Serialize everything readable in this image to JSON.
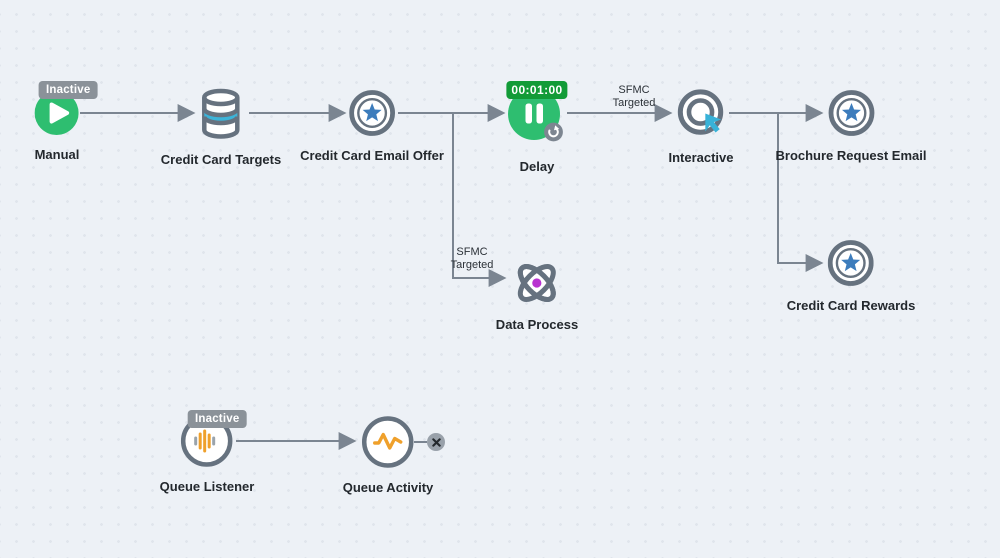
{
  "app": {
    "name": "Journey / Automation Canvas"
  },
  "colors": {
    "background": "#edf1f6",
    "edge_gray": "#7b8591",
    "ring_gray": "#66727f",
    "activity_green": "#2ebe70",
    "timer_green": "#129b37",
    "badge_gray": "#8b9299",
    "star_blue": "#3c7cbc",
    "cyan": "#38b2d8",
    "orange": "#efa02b",
    "purple": "#b832d0",
    "label_text": "#23282d"
  },
  "nodes": {
    "manual": {
      "label": "Manual",
      "badge": "Inactive",
      "icon": "play-icon"
    },
    "credit_card_targets": {
      "label": "Credit Card Targets",
      "icon": "database-icon"
    },
    "credit_card_email_offer": {
      "label": "Credit Card Email Offer",
      "icon": "star-circle-icon"
    },
    "delay": {
      "label": "Delay",
      "timer": "00:01:00",
      "icon": "pause-icon"
    },
    "interactive": {
      "label": "Interactive",
      "icon": "target-cursor-icon"
    },
    "brochure_request_email": {
      "label": "Brochure Request Email",
      "icon": "star-circle-icon"
    },
    "credit_card_rewards": {
      "label": "Credit Card Rewards",
      "icon": "star-circle-icon"
    },
    "data_process": {
      "label": "Data Process",
      "icon": "atom-icon"
    },
    "queue_listener": {
      "label": "Queue Listener",
      "badge": "Inactive",
      "icon": "audio-bars-icon"
    },
    "queue_activity": {
      "label": "Queue Activity",
      "icon": "pulse-icon"
    }
  },
  "edge_labels": {
    "delay_to_interactive": {
      "line1": "SFMC",
      "line2": "Targeted"
    },
    "offer_to_data_process": {
      "line1": "SFMC",
      "line2": "Targeted"
    }
  }
}
